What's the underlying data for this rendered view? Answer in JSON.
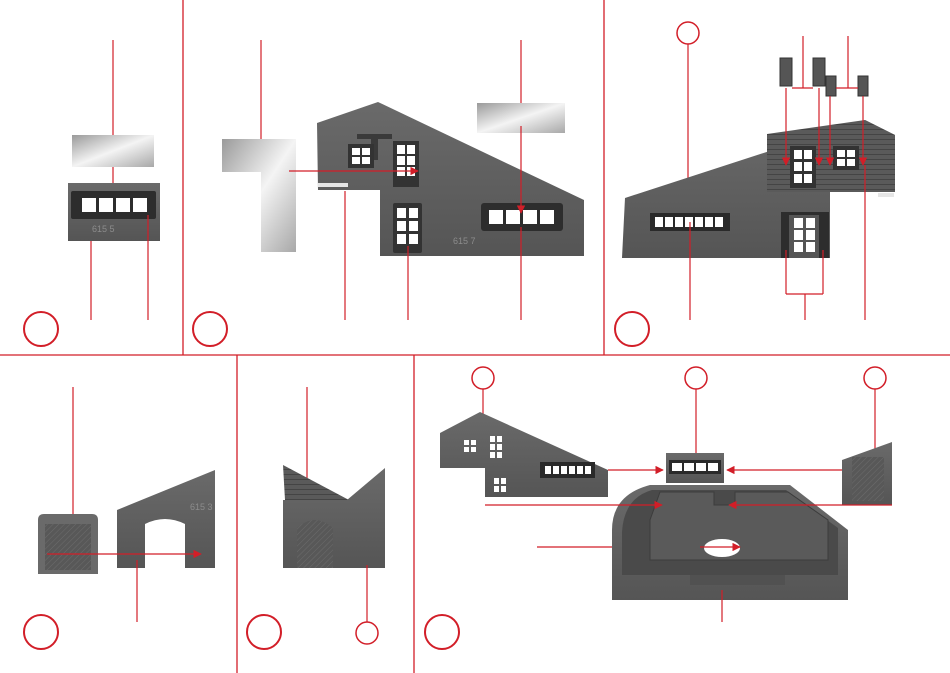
{
  "part_numbers": {
    "panel1_part": "615 5",
    "panel2_part": "615 7",
    "panel4_part": "615 3"
  },
  "colors": {
    "accent": "#d21e28",
    "plastic": "#5e5e5e",
    "plastic_dark": "#3c3c3c",
    "glazing": "#b8b8b8"
  },
  "panels": [
    {
      "id": "panel-1",
      "step_marker": "red-circle"
    },
    {
      "id": "panel-2",
      "step_marker": "red-circle"
    },
    {
      "id": "panel-3",
      "step_marker": "red-circle"
    },
    {
      "id": "panel-4",
      "step_marker": "red-circle"
    },
    {
      "id": "panel-5",
      "step_marker": "red-circle"
    },
    {
      "id": "panel-6",
      "step_marker": "red-circle"
    }
  ]
}
